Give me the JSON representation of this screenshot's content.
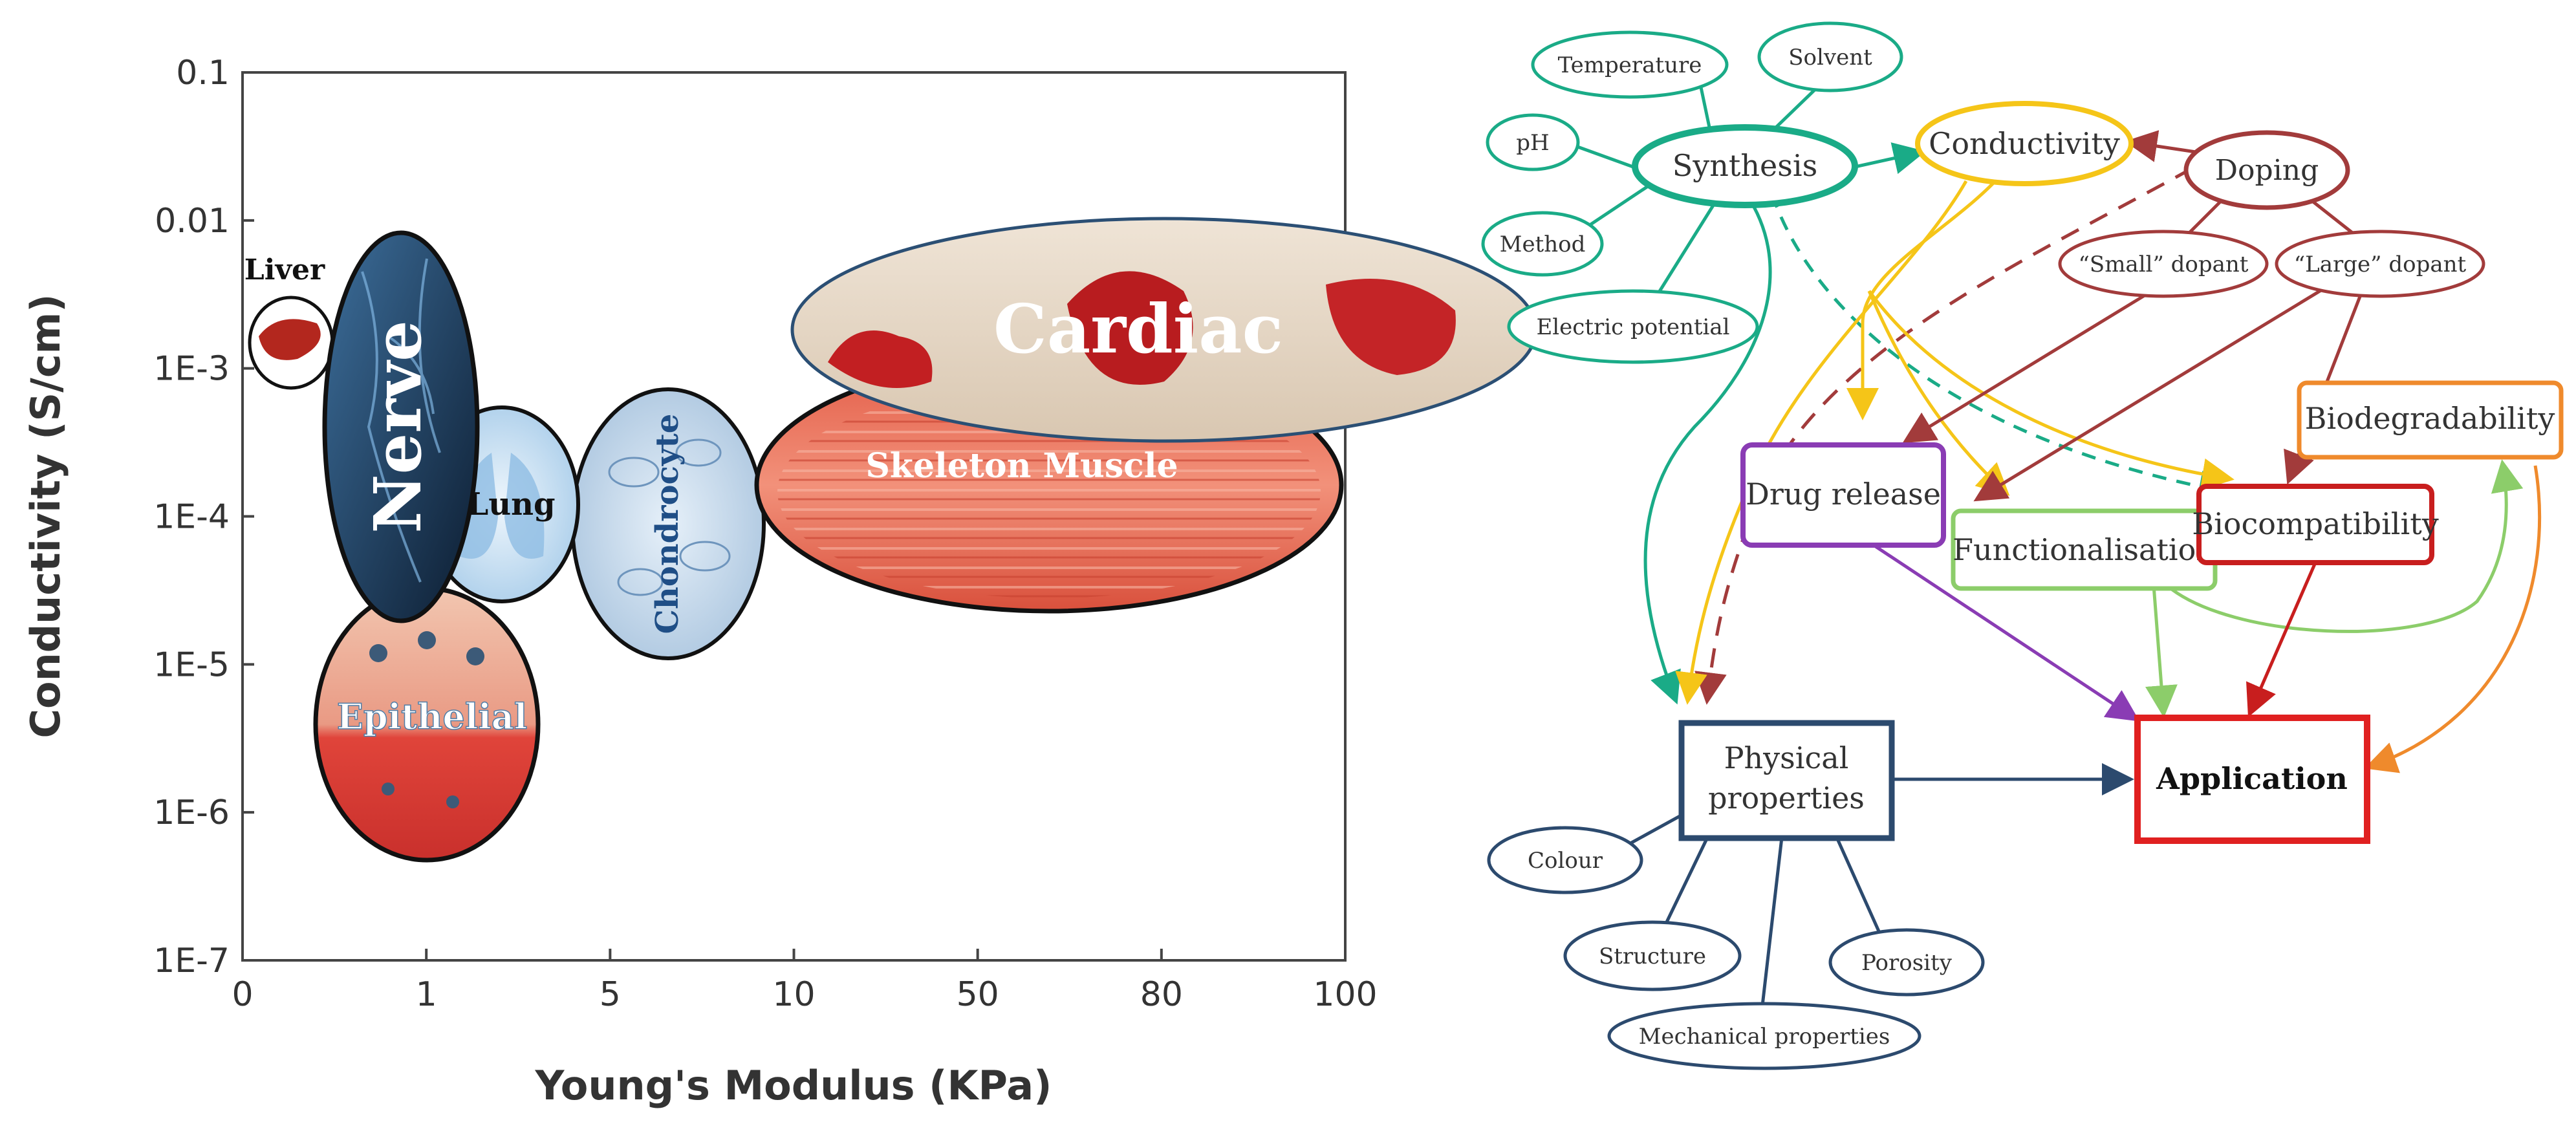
{
  "chart_data": {
    "type": "scatter",
    "xlabel": "Young's Modulus (KPa)",
    "ylabel": "Conductivity (S/cm)",
    "x_ticks": [
      "0",
      "1",
      "5",
      "10",
      "50",
      "80",
      "100"
    ],
    "y_ticks": [
      "0.1",
      "0.01",
      "1E-3",
      "1E-4",
      "1E-5",
      "1E-6",
      "1E-7"
    ],
    "y_scale": "log",
    "ylim": [
      "1E-7",
      "0.1"
    ],
    "grid": false,
    "tissues": [
      {
        "name": "Liver",
        "color": "#b3271e"
      },
      {
        "name": "Nerve",
        "color": "#1d3a5c"
      },
      {
        "name": "Lung",
        "color": "#b9d7ef"
      },
      {
        "name": "Epithelial",
        "color": "#d9322e"
      },
      {
        "name": "Chondrocyte",
        "color": "#c9dbee"
      },
      {
        "name": "Skeleton Muscle",
        "color": "#e8705a"
      },
      {
        "name": "Cardiac",
        "color": "#c21f22"
      }
    ]
  },
  "diagram": {
    "synthesis": {
      "label": "Synthesis",
      "inputs": [
        "Temperature",
        "Solvent",
        "pH",
        "Method",
        "Electric potential"
      ]
    },
    "conductivity": "Conductivity",
    "doping": {
      "label": "Doping",
      "children": [
        "“Small” dopant",
        "“Large” dopant"
      ]
    },
    "drug_release": "Drug release",
    "functionalisation": "Functionalisation",
    "biocompatibility": "Biocompatibility",
    "biodegradability": "Biodegradability",
    "physical_properties": {
      "line1": "Physical",
      "line2": "properties",
      "children": [
        "Colour",
        "Structure",
        "Mechanical properties",
        "Porosity"
      ]
    },
    "application": "Application",
    "colors": {
      "green": "#1aab87",
      "yellow": "#f5c518",
      "brown": "#a23b3b",
      "purple": "#8a3cb4",
      "lightgreen": "#8ccd6a",
      "red": "#e02020",
      "orange": "#ef8a2c",
      "navy": "#2c4a6e"
    }
  }
}
